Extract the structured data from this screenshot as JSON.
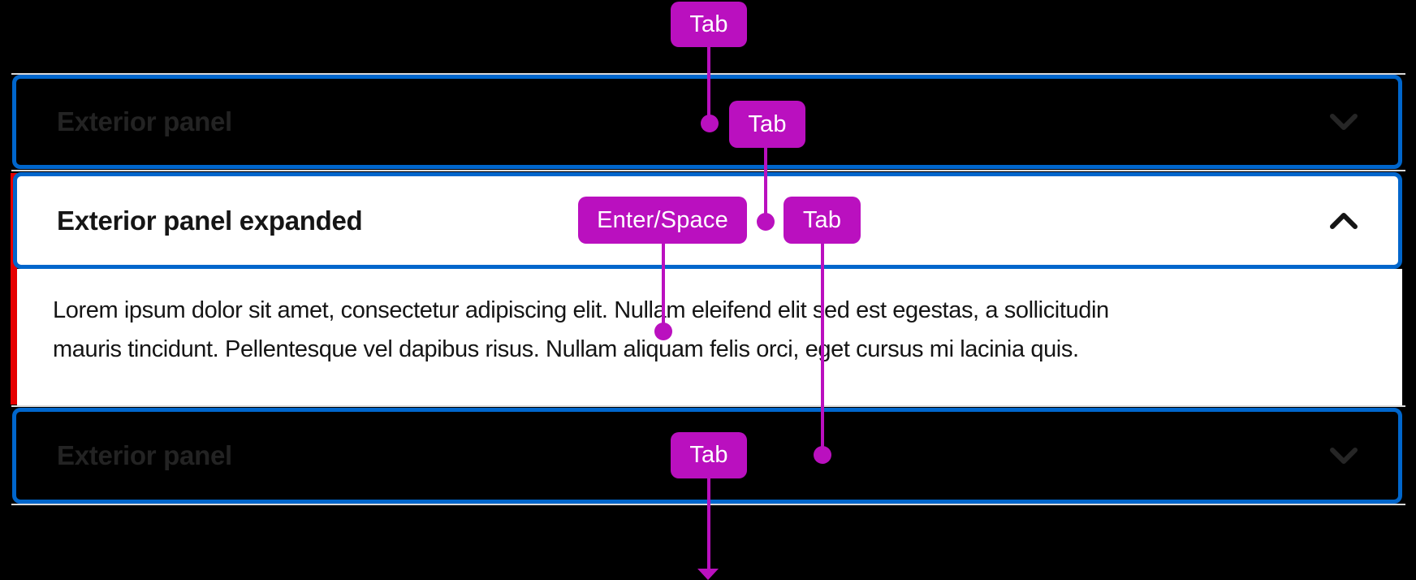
{
  "accordion": {
    "items": [
      {
        "title": "Exterior panel",
        "state": "collapsed"
      },
      {
        "title": "Exterior panel expanded",
        "state": "expanded",
        "content_lines": [
          "Lorem ipsum dolor sit amet, consectetur adipiscing elit. Nullam eleifend elit sed est egestas, a sollicitudin",
          "mauris tincidunt. Pellentesque vel dapibus risus. Nullam aliquam felis orci, eget cursus mi lacinia quis."
        ]
      },
      {
        "title": "Exterior panel",
        "state": "collapsed"
      }
    ]
  },
  "keyboard": {
    "badges": [
      {
        "label": "Tab"
      },
      {
        "label": "Tab"
      },
      {
        "label": "Enter/Space"
      },
      {
        "label": "Tab"
      },
      {
        "label": "Tab"
      }
    ]
  },
  "colors": {
    "background": "#000000",
    "focus_ring": "#0066cc",
    "annotation_magenta": "#ba10bf",
    "expanded_left_border": "#e60000",
    "panel_hairline": "#d9d9d9",
    "collapsed_title": "#232323",
    "expanded_text": "#151515"
  }
}
